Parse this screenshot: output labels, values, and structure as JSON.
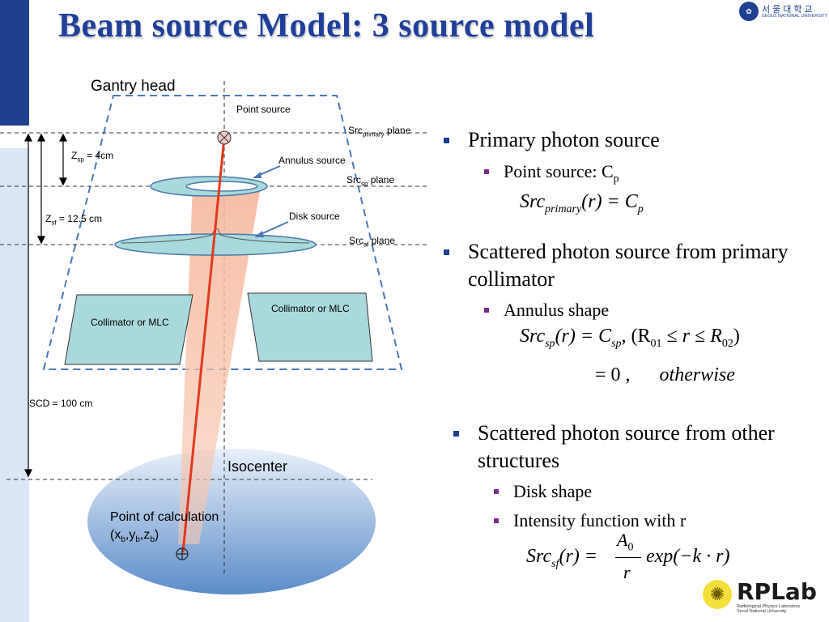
{
  "slide": {
    "title": "Beam source Model: 3 source model"
  },
  "logo_top": {
    "kor_name": "서울대학교",
    "eng_name": "SEOUL NATIONAL UNIVERSITY"
  },
  "diagram": {
    "gantry_head": "Gantry head",
    "point_source": "Point source",
    "annulus_source": "Annulus source",
    "disk_source": "Disk source",
    "src_label": "Src",
    "plane_label": "plane",
    "primary_sub": "primary",
    "sp_sub": "sp",
    "sf_sub": "sf",
    "z_label": "Z",
    "zsp_value": "= 4cm",
    "zsf_value": "= 12.5 cm",
    "collimator_left": "Collimator    or MLC",
    "collimator_right": "Collimator    or MLC",
    "scd": "SCD = 100 cm",
    "isocenter": "Isocenter",
    "calc_point_line1": "Point of calculation",
    "calc_point_x": "x",
    "calc_point_y": "y",
    "calc_point_z": "z",
    "calc_sub": "b"
  },
  "bullets": {
    "primary_title": "Primary photon source",
    "primary_item": "Point source: C",
    "primary_item_sub": "p",
    "scatter_primary_title": "Scattered photon source from primary collimator",
    "annulus_item": "Annulus shape",
    "scatter_other_title": "Scattered photon source from other structures",
    "disk_item": "Disk shape",
    "intensity_item": "Intensity function with r"
  },
  "equations": {
    "eq1_lhs": "Src",
    "eq1_sub": "primary",
    "eq1_mid": "(r) = C",
    "eq1_rsub": "p",
    "eq2_lhs": "Src",
    "eq2_sub": "sp",
    "eq2_mid": "(r) = C",
    "eq2_csub": "sp",
    "eq2_cond_open": ", (R",
    "eq2_r01": "01",
    "eq2_cond_mid": " ≤ r ≤ R",
    "eq2_r02": "02",
    "eq2_cond_close": ")",
    "eq3": "= 0  ,",
    "eq3_other": "otherwise",
    "eq4_lhs": "Src",
    "eq4_sub": "sf",
    "eq4_mid": "(r) =",
    "eq4_num": "A",
    "eq4_num_sub": "0",
    "eq4_den": "r",
    "eq4_exp": "exp(−k · r)"
  },
  "logo_bottom": {
    "name": "RPLab",
    "sub1": "Radiological Physics Laboratory",
    "sub2": "Seoul National University"
  },
  "colors": {
    "title": "#1f3f99",
    "dark_bar": "#1f3f8f",
    "light_bar": "#dbe6f4",
    "beam_ray": "#e03a20",
    "beam_cone": "#f7a584",
    "collimator": "#a9d9dc",
    "ellipse": "#7fa7d6"
  }
}
